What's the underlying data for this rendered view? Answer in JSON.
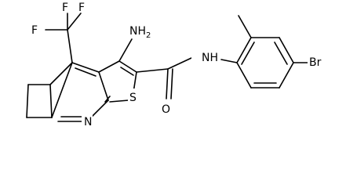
{
  "structure": {
    "colors": {
      "bond": "#000000",
      "label": "#000000",
      "background": "#ffffff"
    },
    "atoms": {
      "f1": "F",
      "f2": "F",
      "f3": "F",
      "nh2": "NH",
      "nh2_sub": "2",
      "nh": "NH",
      "n_ring": "N",
      "s_ring": "S",
      "o": "O",
      "br": "Br"
    }
  }
}
